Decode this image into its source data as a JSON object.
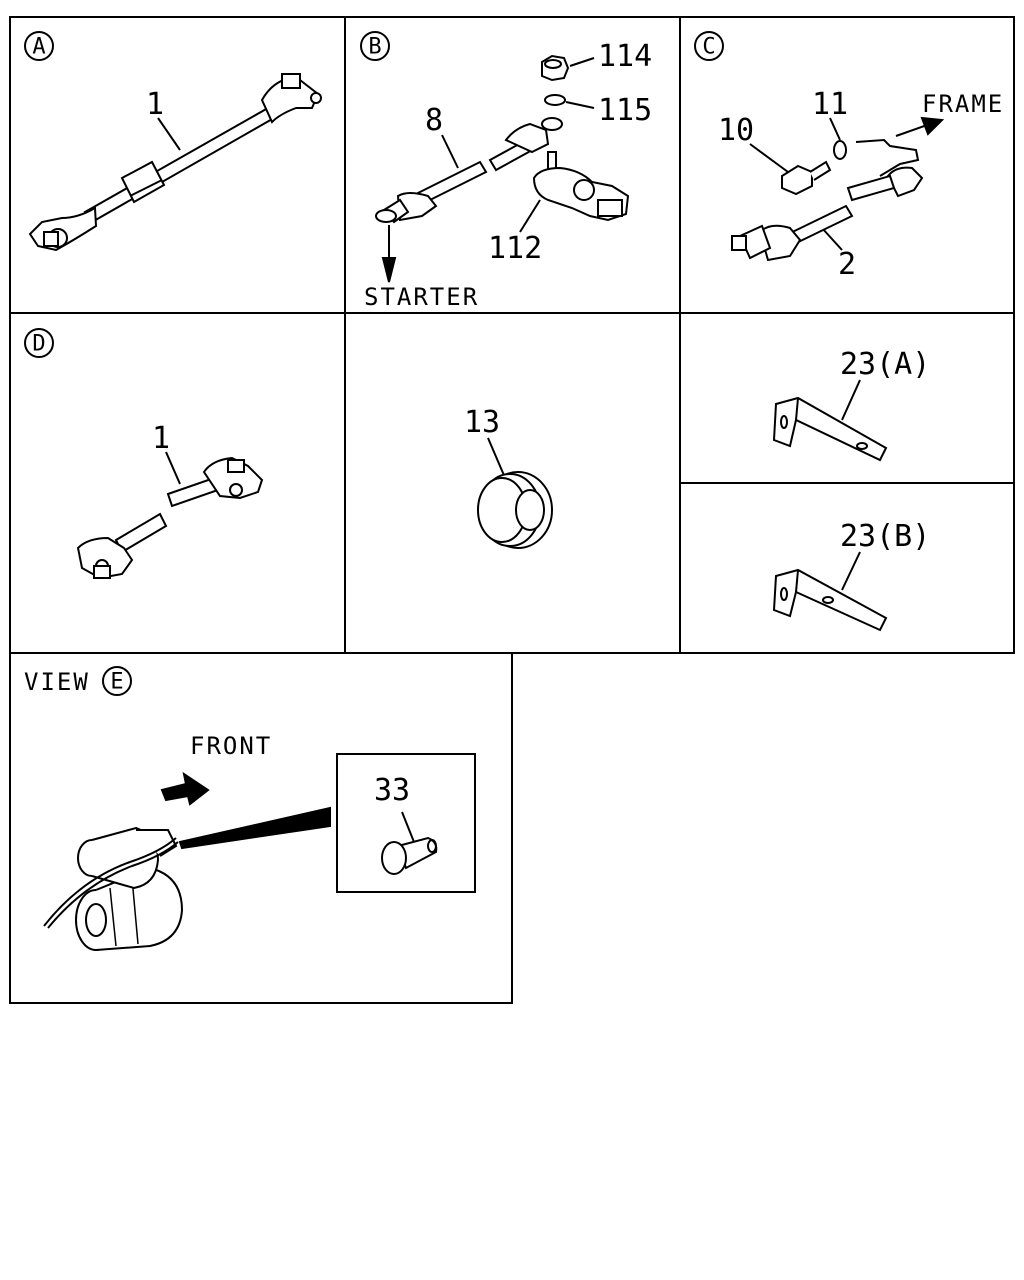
{
  "panels": {
    "a": {
      "circle": "A",
      "labels": [
        "1"
      ]
    },
    "b": {
      "circle": "B",
      "labels": [
        "8",
        "114",
        "115",
        "112"
      ],
      "note": "STARTER"
    },
    "c": {
      "circle": "C",
      "labels": [
        "10",
        "11",
        "2"
      ],
      "note": "FRAME"
    },
    "d": {
      "circle": "D",
      "labels": [
        "1"
      ]
    },
    "grommet": {
      "labels": [
        "13"
      ]
    },
    "bracket_a": {
      "labels": [
        "23(A)"
      ]
    },
    "bracket_b": {
      "labels": [
        "23(B)"
      ]
    },
    "e": {
      "view": "VIEW",
      "circle": "E",
      "note": "FRONT",
      "labels": [
        "33"
      ]
    }
  }
}
